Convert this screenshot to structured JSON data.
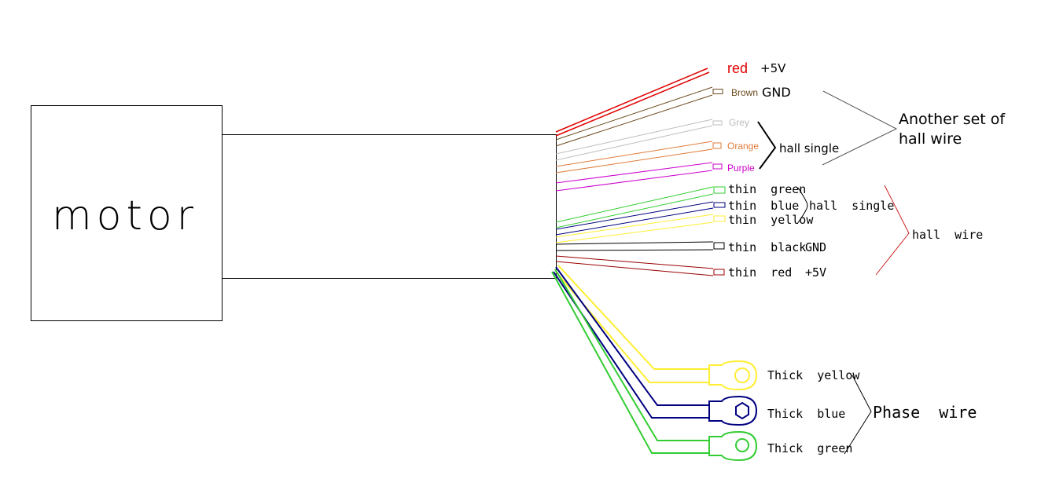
{
  "motor": {
    "label": "motor"
  },
  "colors": {
    "red": "#e00000",
    "brown": "#6b4a1e",
    "grey": "#bdbdbd",
    "orange": "#e07b39",
    "purple": "#cc00cc",
    "green": "#33cc33",
    "blue": "#000080",
    "yellow": "#ffee33",
    "black": "#000000",
    "darkred": "#990000"
  },
  "upper_wires": {
    "red": {
      "color_label": "red",
      "function": "+5V"
    },
    "brown": {
      "color_label": "Brown",
      "function": "GND"
    },
    "grey": {
      "color_label": "Grey"
    },
    "orange": {
      "color_label": "Orange"
    },
    "purple": {
      "color_label": "Purple"
    },
    "single_label": "hall single",
    "group_label_line1": "Another set of",
    "group_label_line2": "hall wire"
  },
  "hall_wires": {
    "green": "thin  green",
    "blue": "thin  blue",
    "yellow": "thin  yellow",
    "single_label": "hall  single",
    "black": "thin  black",
    "black_fn": "GND",
    "red": "thin  red",
    "red_fn": "+5V",
    "group_label": "hall  wire"
  },
  "phase_wires": {
    "yellow": "Thick  yellow",
    "blue": "Thick  blue",
    "green": "Thick  green",
    "group_label": "Phase  wire"
  }
}
